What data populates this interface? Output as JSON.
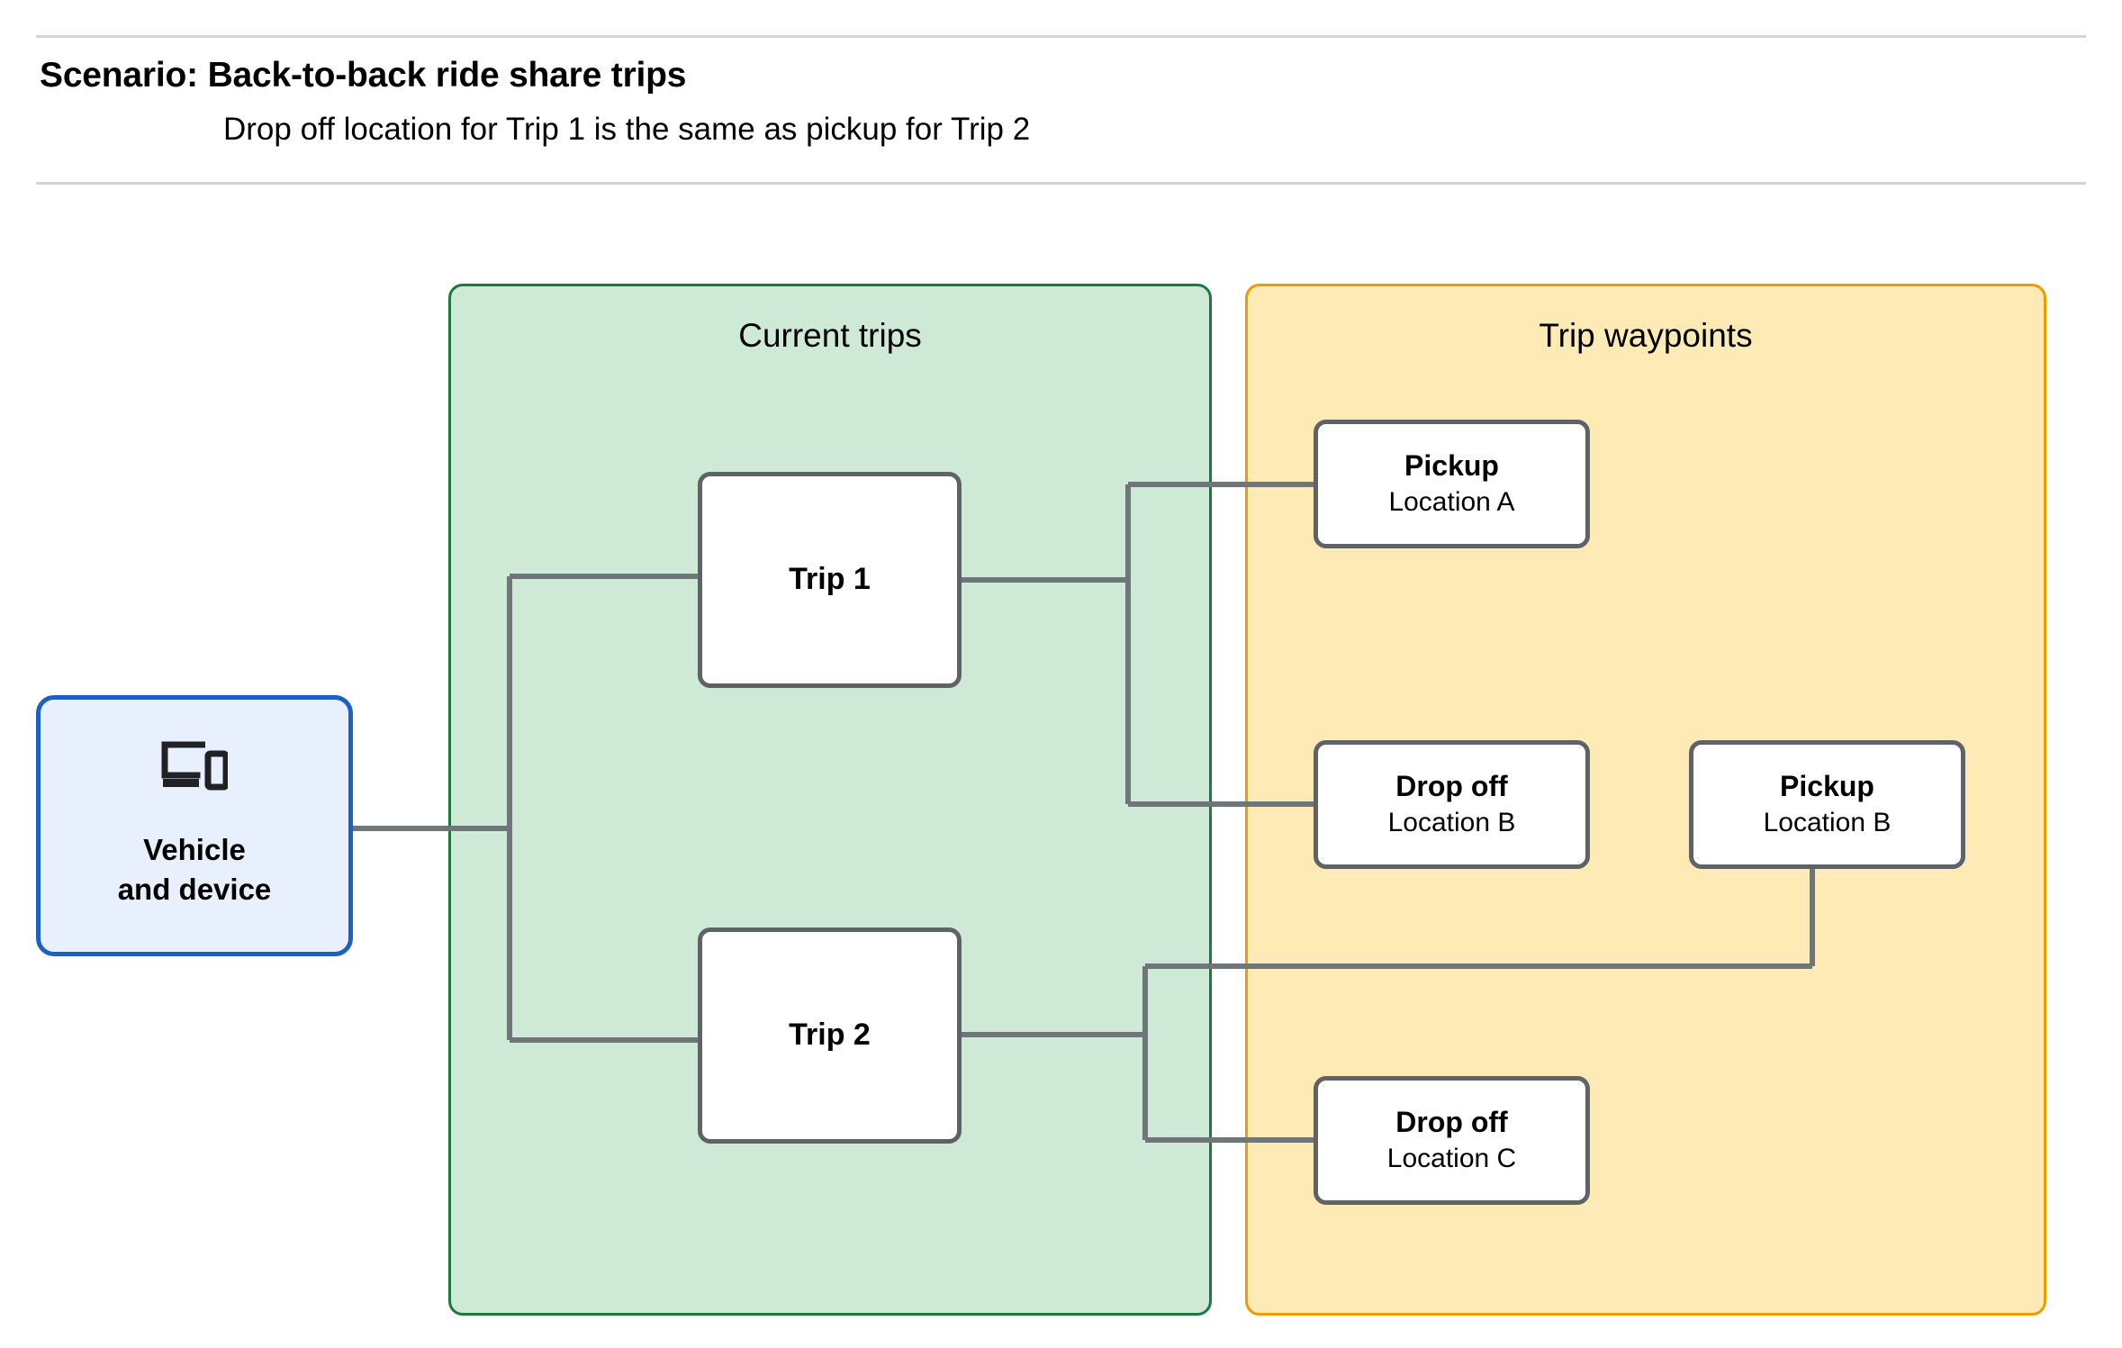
{
  "header": {
    "title": "Scenario: Back-to-back ride share trips",
    "subtitle": "Drop off  location for Trip 1 is the same as pickup for Trip 2"
  },
  "groups": {
    "current_trips": {
      "label": "Current trips",
      "fill": "#cee9d6",
      "border": "#1a7b3e"
    },
    "trip_waypoints": {
      "label": "Trip waypoints",
      "fill": "#fdeab4",
      "border": "#f29900"
    }
  },
  "nodes": {
    "vehicle": {
      "icon": "devices-icon",
      "line1": "Vehicle",
      "line2": "and device",
      "fill": "#e8f0fe",
      "border": "#1a61c7"
    },
    "trip_1": {
      "title": "Trip 1"
    },
    "trip_2": {
      "title": "Trip 2"
    },
    "pickup_a": {
      "title": "Pickup",
      "subtitle": "Location A"
    },
    "dropoff_b": {
      "title": "Drop off",
      "subtitle": "Location B"
    },
    "pickup_b": {
      "title": "Pickup",
      "subtitle": "Location B"
    },
    "dropoff_c": {
      "title": "Drop off",
      "subtitle": "Location C"
    }
  },
  "connectors": {
    "color": "#70757a",
    "width": 6,
    "edges": [
      {
        "from": "vehicle",
        "to": "trip_1"
      },
      {
        "from": "vehicle",
        "to": "trip_2"
      },
      {
        "from": "trip_1",
        "to": "pickup_a"
      },
      {
        "from": "trip_1",
        "to": "dropoff_b"
      },
      {
        "from": "trip_2",
        "to": "pickup_b"
      },
      {
        "from": "trip_2",
        "to": "dropoff_c"
      }
    ]
  },
  "rules": {
    "color": "#d4d4d4"
  }
}
